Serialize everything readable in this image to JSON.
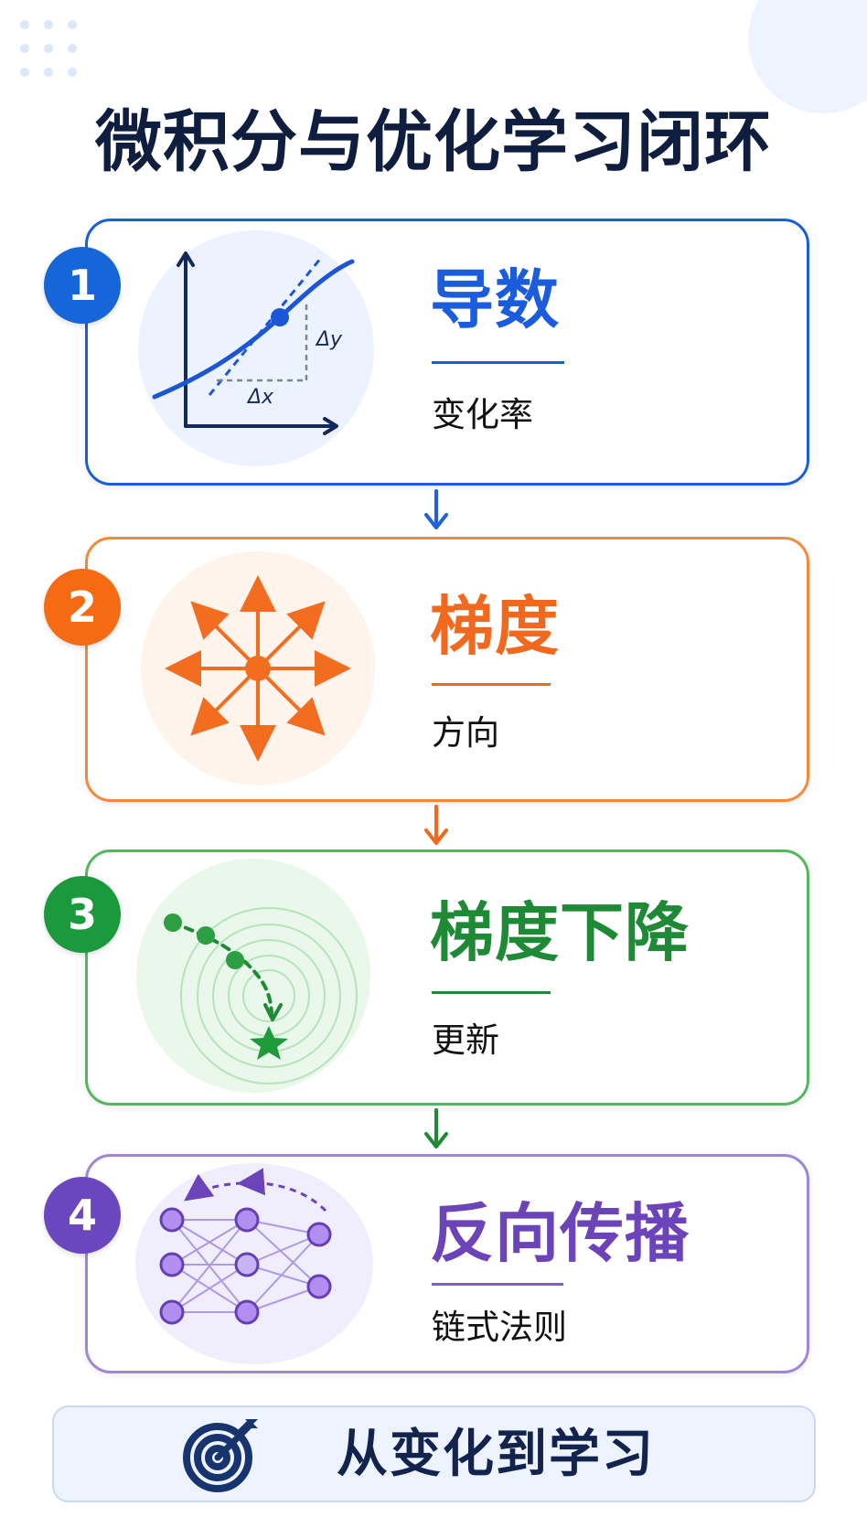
{
  "header": {
    "title": "微积分与优化学习闭环"
  },
  "steps": [
    {
      "number": "1",
      "title": "导数",
      "subtitle": "变化率",
      "icon": "tangent-graph-icon",
      "color": "#1b5cdc",
      "labels": {
        "dy": "Δy",
        "dx": "Δx"
      }
    },
    {
      "number": "2",
      "title": "梯度",
      "subtitle": "方向",
      "icon": "gradient-arrows-icon",
      "color": "#f2681c"
    },
    {
      "number": "3",
      "title": "梯度下降",
      "subtitle": "更新",
      "icon": "descent-path-icon",
      "color": "#1e8a36"
    },
    {
      "number": "4",
      "title": "反向传播",
      "subtitle": "链式法则",
      "icon": "neural-network-icon",
      "color": "#6c44b9"
    }
  ],
  "footer": {
    "text": "从变化到学习",
    "icon": "target-icon"
  }
}
